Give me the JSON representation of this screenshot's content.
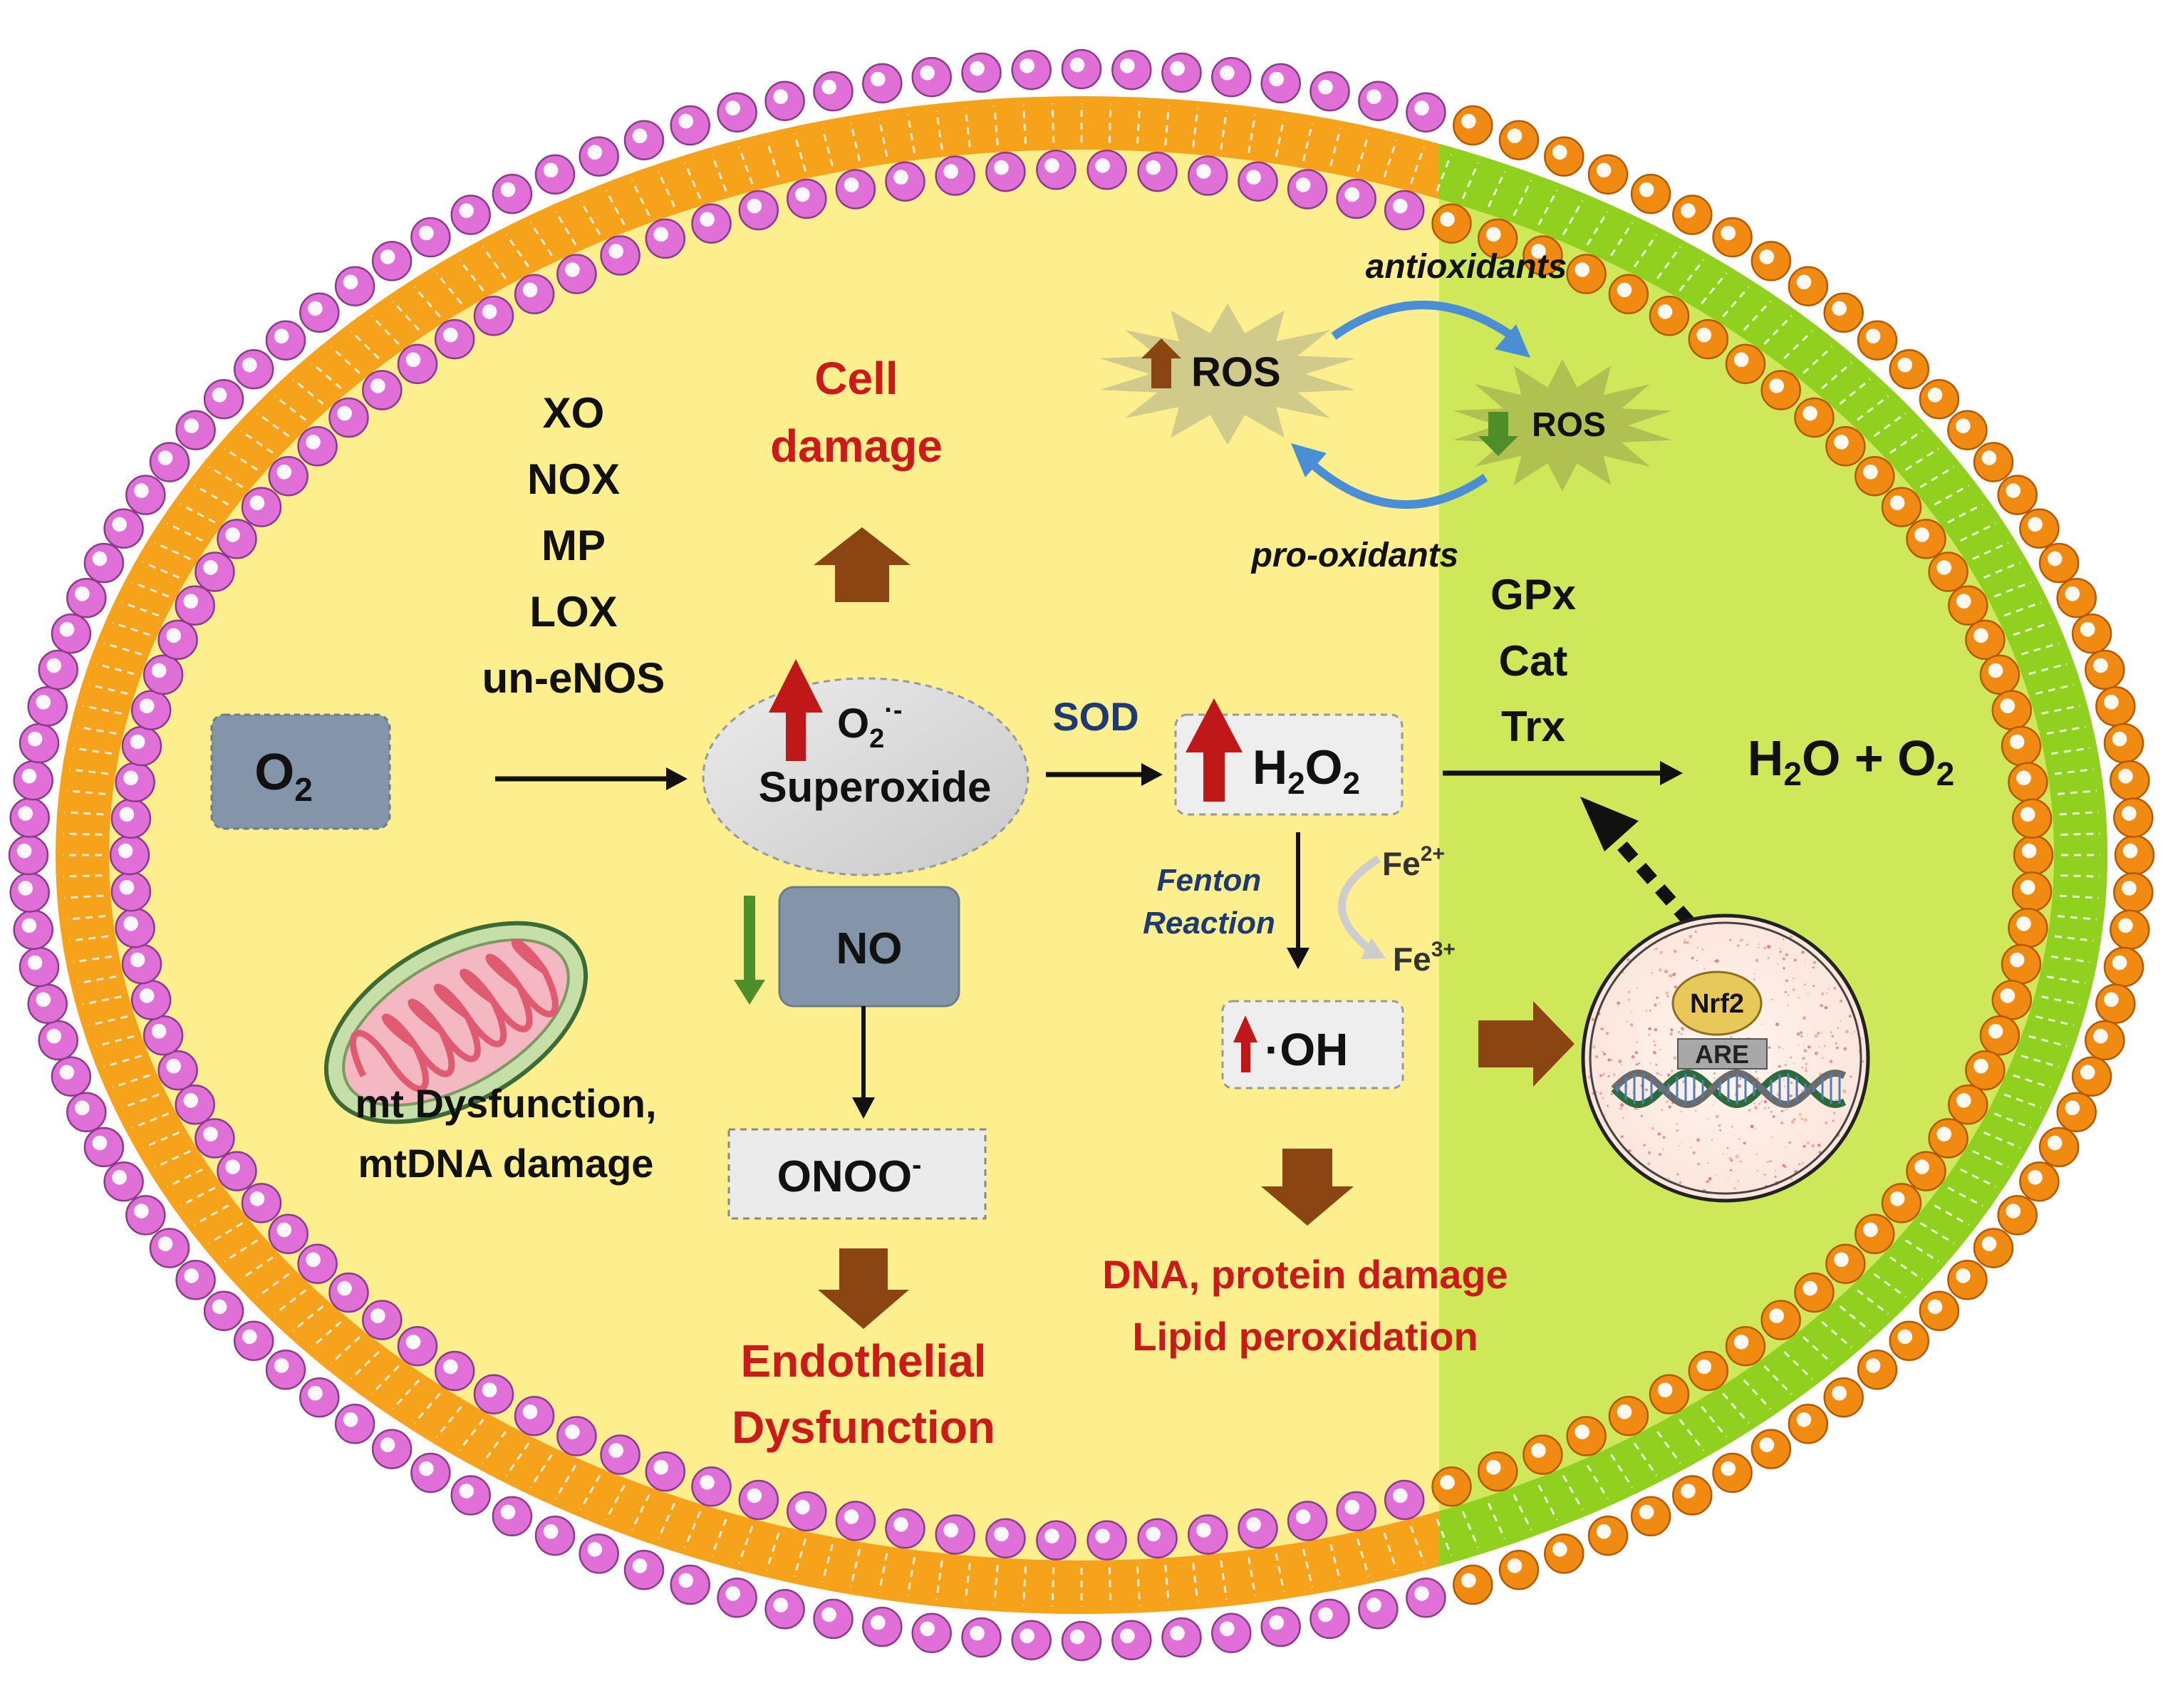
{
  "membrane": {
    "bead_colors": {
      "left": "#e070d8",
      "right": "#f18a10"
    },
    "tail_colors": {
      "left": "#f6a21a",
      "right": "#8fd11e"
    },
    "cytoplasm_colors": {
      "left": "#fdee8e",
      "right": "#cfe85a"
    }
  },
  "sources": {
    "lines": [
      "XO",
      "NOX",
      "MP",
      "LOX",
      "un-eNOS"
    ]
  },
  "o2_box": {
    "label": "O",
    "sub": "2"
  },
  "superoxide": {
    "formula": "O",
    "sub": "2",
    "sup": "·-",
    "name": "Superoxide"
  },
  "cell_damage": {
    "line1": "Cell",
    "line2": "damage"
  },
  "ros_cycle": {
    "antioxidants": "antioxidants",
    "pro_oxidants": "pro-oxidants",
    "ros_high": "ROS",
    "ros_low": "ROS"
  },
  "sod_label": "SOD",
  "h2o2": {
    "h": "H",
    "s1": "2",
    "o": "O",
    "s2": "2"
  },
  "enzymes": {
    "lines": [
      "GPx",
      "Cat",
      "Trx"
    ]
  },
  "products": {
    "h": "H",
    "s1": "2",
    "mid": "O + O",
    "s2": "2"
  },
  "fenton": {
    "line1": "Fenton",
    "line2": "Reaction",
    "fe2": "Fe",
    "fe2_sup": "2+",
    "fe3": "Fe",
    "fe3_sup": "3+"
  },
  "hydroxyl": {
    "label": "·OH"
  },
  "no_box": {
    "label": "NO"
  },
  "onoo": {
    "label": "ONOO",
    "sup": "-"
  },
  "endothelial": {
    "line1": "Endothelial",
    "line2": "Dysfunction"
  },
  "mito": {
    "line1": "mt Dysfunction,",
    "line2": "mtDNA damage"
  },
  "damage": {
    "line1": "DNA, protein damage",
    "line2": "Lipid peroxidation"
  },
  "nucleus": {
    "nrf2": "Nrf2",
    "are": "ARE"
  },
  "colors": {
    "red_text": "#cc1a1a",
    "navy_text": "#1d3a75",
    "brown_arrow": "#8b4513",
    "up_arrow": "#c01818",
    "down_arrow": "#4f8f2a",
    "box_blue": "#8495aa"
  }
}
